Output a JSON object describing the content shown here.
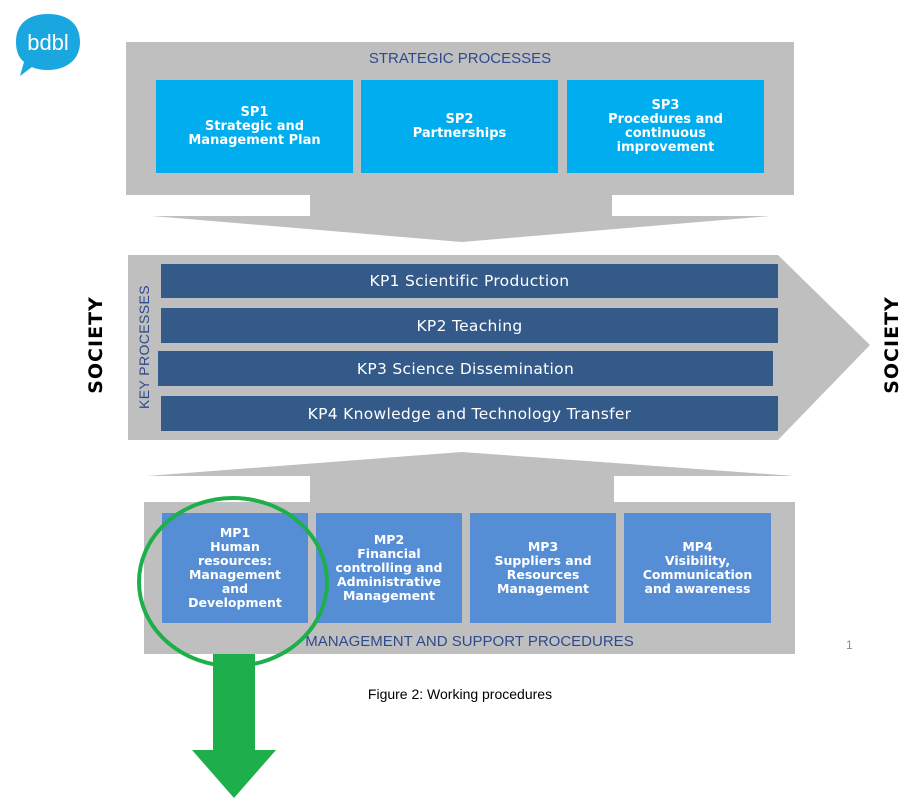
{
  "logo": {
    "text": "bdbl",
    "color": "#1aa7e0"
  },
  "society_left": "SOCIETY",
  "society_right": "SOCIETY",
  "strategic": {
    "title": "STRATEGIC PROCESSES",
    "items": [
      {
        "text": "SP1\nStrategic and\nManagement Plan"
      },
      {
        "text": "SP2\nPartnerships"
      },
      {
        "text": "SP3\nProcedures and\ncontinuous\nimprovement"
      }
    ]
  },
  "key": {
    "label": "KEY PROCESSES",
    "items": [
      {
        "text": "KP1  Scientific Production"
      },
      {
        "text": "KP2  Teaching"
      },
      {
        "text": "KP3  Science Dissemination"
      },
      {
        "text": "KP4  Knowledge and Technology Transfer"
      }
    ]
  },
  "management": {
    "title": "MANAGEMENT AND SUPPORT  PROCEDURES",
    "items": [
      {
        "text": "MP1\nHuman\nresources:\nManagement\nand\nDevelopment"
      },
      {
        "text": "MP2\nFinancial\ncontrolling  and\nAdministrative\nManagement"
      },
      {
        "text": "MP3\nSuppliers and\nResources\nManagement"
      },
      {
        "text": "MP4\nVisibility,\nCommunication\nand awareness"
      }
    ]
  },
  "page_number": "1",
  "caption": "Figure 2: Working procedures",
  "colors": {
    "grey": "#bfbfbf",
    "strategic_box": "#00adee",
    "key_bar": "#345a8a",
    "management_box": "#558ed5",
    "highlight": "#1db04a"
  }
}
